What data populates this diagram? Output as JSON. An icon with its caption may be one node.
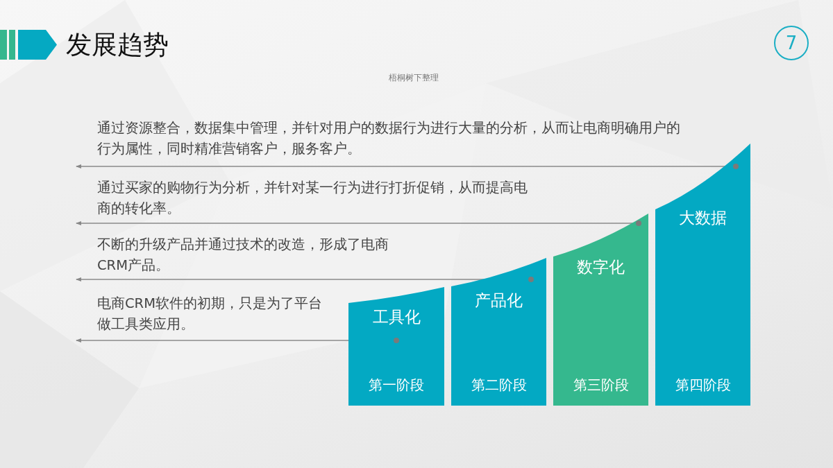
{
  "diagram": {
    "title": "发展趋势",
    "nodes": [
      {
        "text": [
          "7"
        ]
      },
      {
        "text": [
          "工具化",
          "第一阶段"
        ]
      },
      {
        "text": [
          "产品化",
          "第二阶段"
        ]
      },
      {
        "text": [
          "数字化",
          "第三阶段"
        ]
      },
      {
        "text": [
          "大数据",
          "第四阶段"
        ]
      },
      {
        "text": [],
        "shape": "circle",
        "in": 1
      },
      {
        "text": [],
        "shape": "circle",
        "in": 2
      },
      {
        "text": [],
        "shape": "circle",
        "in": 3
      },
      {
        "text": [],
        "shape": "circle",
        "in": 4
      }
    ],
    "edges": [
      {
        "from": 8,
        "to": null,
        "arrow": "to"
      },
      {
        "from": 7,
        "to": null,
        "arrow": "to"
      },
      {
        "from": 6,
        "to": null,
        "arrow": "to"
      },
      {
        "from": 5,
        "to": null,
        "arrow": "to"
      }
    ],
    "labels": [
      "梧桐树下整理",
      "通过资源整合，数据集中管理，并针对用户的数据行为进行大量的分析，从而让电商明确用户的行为属性，同时精准营销客户，服务客户。",
      "通过买家的购物行为分析，并针对某一行为进行打折促销，从而提高电商的转化率。",
      "不断的升级产品并通过技术的改造，形成了电商CRM产品。",
      "电商CRM软件的初期，只是为了平台做工具类应用。"
    ]
  }
}
